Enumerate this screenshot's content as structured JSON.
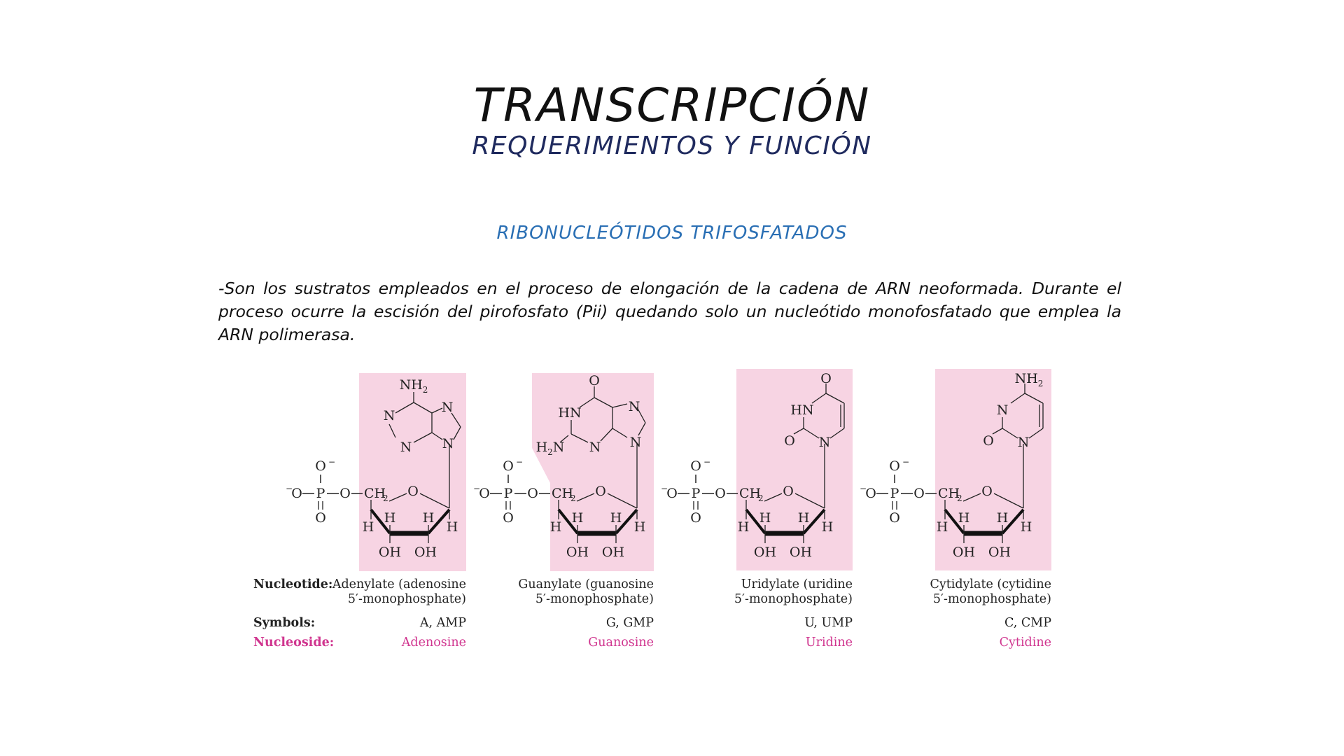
{
  "slide": {
    "title": "TRANSCRIPCIÓN",
    "subtitle": "REQUERIMIENTOS Y FUNCIÓN",
    "section_heading": "RIBONUCLEÓTIDOS TRIFOSFATADOS",
    "paragraph": "-Son los sustratos empleados en el proceso de elongación de la cadena de ARN neoformada. Durante el proceso ocurre la escisión del pirofosfato (Pii) quedando solo un nucleótido monofosfatado que emplea la ARN polimerasa."
  },
  "colors": {
    "title": "#111111",
    "subtitle": "#1f2a5e",
    "section_heading": "#2a6fb4",
    "nucleoside_box": "#f7d4e3",
    "nucleoside_label": "#d0358f"
  },
  "diagram": {
    "row_labels": {
      "nucleotide": "Nucleotide:",
      "symbols": "Symbols:",
      "nucleoside": "Nucleoside:"
    },
    "phosphate": {
      "o_top": "O⁻",
      "o_left": "⁻O",
      "p": "P",
      "o_bridge": "O",
      "o_bottom": "O",
      "ch2": "CH₂"
    },
    "sugar": {
      "ring_o": "O",
      "h": "H",
      "oh": "OH"
    },
    "nucleotides": [
      {
        "base": "adenine",
        "base_atoms": [
          "NH₂",
          "N",
          "N",
          "N",
          "N"
        ],
        "name_line1": "Adenylate (adenosine",
        "name_line2": "5′-monophosphate)",
        "symbols": "A, AMP",
        "nucleoside": "Adenosine"
      },
      {
        "base": "guanine",
        "base_atoms": [
          "O",
          "HN",
          "N",
          "H₂N",
          "N",
          "N"
        ],
        "name_line1": "Guanylate (guanosine",
        "name_line2": "5′-monophosphate)",
        "symbols": "G, GMP",
        "nucleoside": "Guanosine"
      },
      {
        "base": "uracil",
        "base_atoms": [
          "O",
          "HN",
          "O",
          "N"
        ],
        "name_line1": "Uridylate (uridine",
        "name_line2": "5′-monophosphate)",
        "symbols": "U, UMP",
        "nucleoside": "Uridine"
      },
      {
        "base": "cytosine",
        "base_atoms": [
          "NH₂",
          "N",
          "O",
          "N"
        ],
        "name_line1": "Cytidylate (cytidine",
        "name_line2": "5′-monophosphate)",
        "symbols": "C, CMP",
        "nucleoside": "Cytidine"
      }
    ]
  }
}
